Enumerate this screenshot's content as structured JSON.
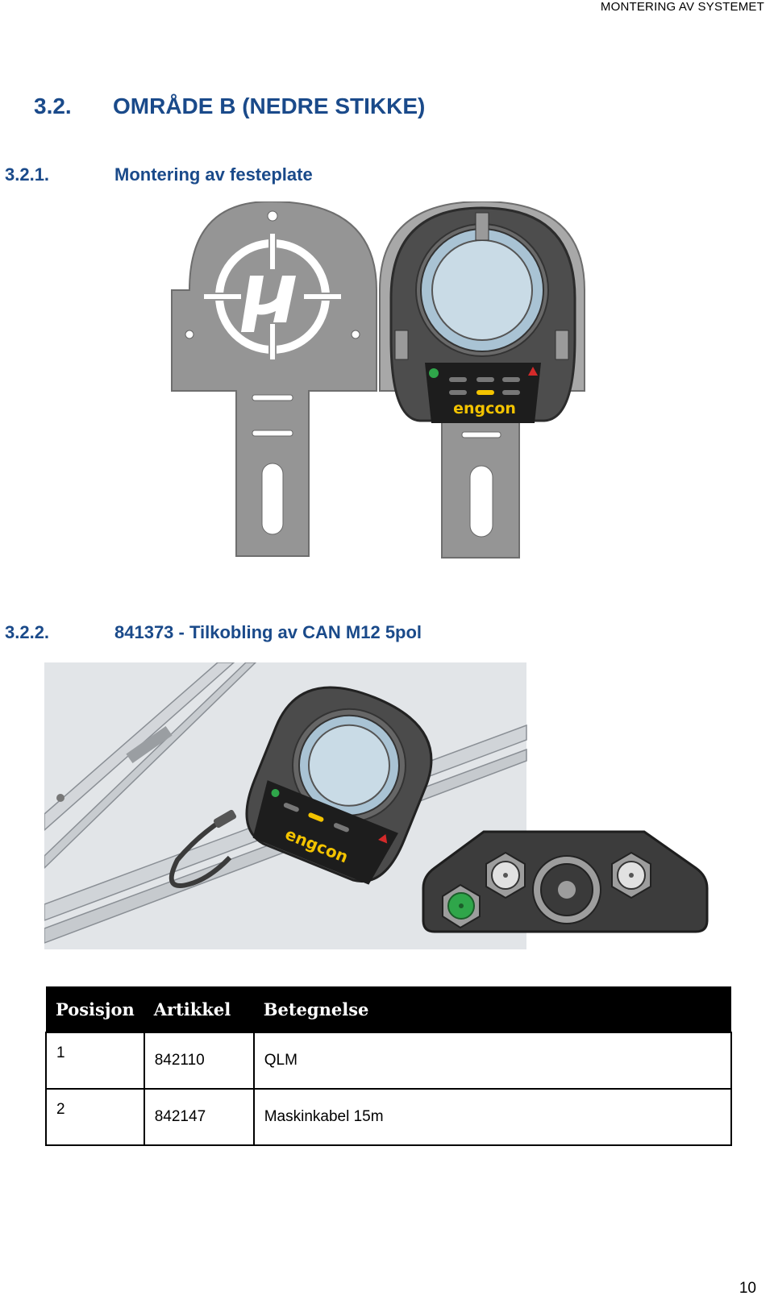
{
  "header": {
    "running_title": "MONTERING AV SYSTEMET"
  },
  "section": {
    "number": "3.2.",
    "title": "OMRÅDE B (NEDRE STIKKE)"
  },
  "subsection1": {
    "number": "3.2.1.",
    "title": "Montering av festeplate"
  },
  "subsection2": {
    "number": "3.2.2.",
    "title": "841373 - Tilkobling av CAN M12 5pol"
  },
  "figures": {
    "plate_logo_text": "engcon",
    "panel_logo_text": "engcon"
  },
  "colors": {
    "heading": "#1a4a8a",
    "plate": "#939393",
    "device_body": "#4a4a4a",
    "lens": "#c9dbe6",
    "logo": "#f3c300",
    "connector_green": "#2fa64a"
  },
  "table": {
    "headers": [
      "Posisjon",
      "Artikkel",
      "Betegnelse"
    ],
    "rows": [
      [
        "1",
        "842110",
        "QLM"
      ],
      [
        "2",
        "842147",
        "Maskinkabel 15m"
      ]
    ]
  },
  "footer": {
    "page_number": "10"
  }
}
